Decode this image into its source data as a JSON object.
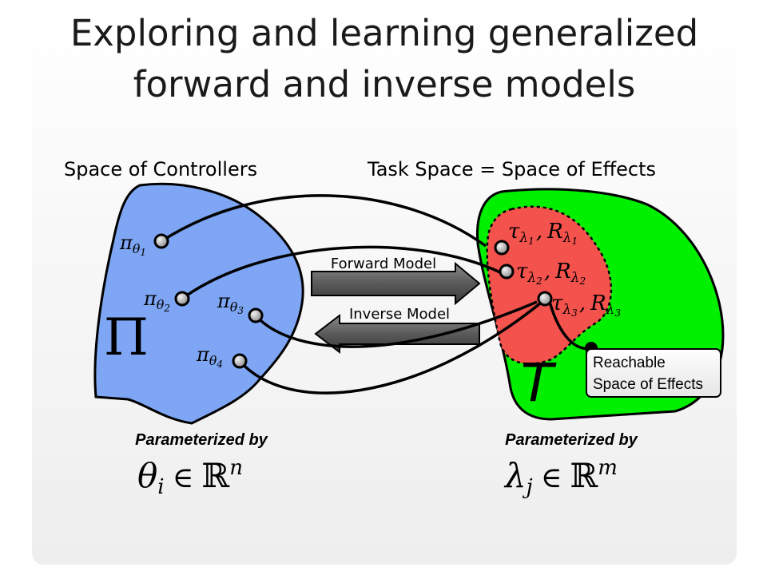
{
  "title": {
    "line1": "Exploring and learning generalized",
    "line2": "forward and inverse models"
  },
  "controller_space": {
    "heading": "Space of Controllers",
    "symbol": "Π",
    "controllers": [
      {
        "base": "π",
        "sub": "θ",
        "idx": "1"
      },
      {
        "base": "π",
        "sub": "θ",
        "idx": "2"
      },
      {
        "base": "π",
        "sub": "θ",
        "idx": "3"
      },
      {
        "base": "π",
        "sub": "θ",
        "idx": "4"
      }
    ],
    "param_label": "Parameterized by",
    "param_formula": {
      "var": "θ",
      "sub": "i",
      "rel": "∈",
      "set": "ℝ",
      "exp": "n"
    }
  },
  "task_space": {
    "heading": "Task Space = Space of Effects",
    "symbol": "T",
    "tasks": [
      {
        "tau": "τ",
        "sub": "λ",
        "idx": "1",
        "sep": ",",
        "r": "R"
      },
      {
        "tau": "τ",
        "sub": "λ",
        "idx": "2",
        "sep": ",",
        "r": "R"
      },
      {
        "tau": "τ",
        "sub": "λ",
        "idx": "3",
        "sep": ",",
        "r": "R"
      }
    ],
    "callout": {
      "line1": "Reachable",
      "line2": "Space of Effects"
    },
    "param_label": "Parameterized by",
    "param_formula": {
      "var": "λ",
      "sub": "j",
      "rel": "∈",
      "set": "ℝ",
      "exp": "m"
    }
  },
  "models": {
    "forward": "Forward Model",
    "inverse": "Inverse Model"
  },
  "colors": {
    "controller_fill": "#7ea6f4",
    "task_fill": "#00f000",
    "reachable_fill": "#f4524d",
    "arrow_fill": "#5a5a5a",
    "node_fill": "#b8b8b8"
  }
}
